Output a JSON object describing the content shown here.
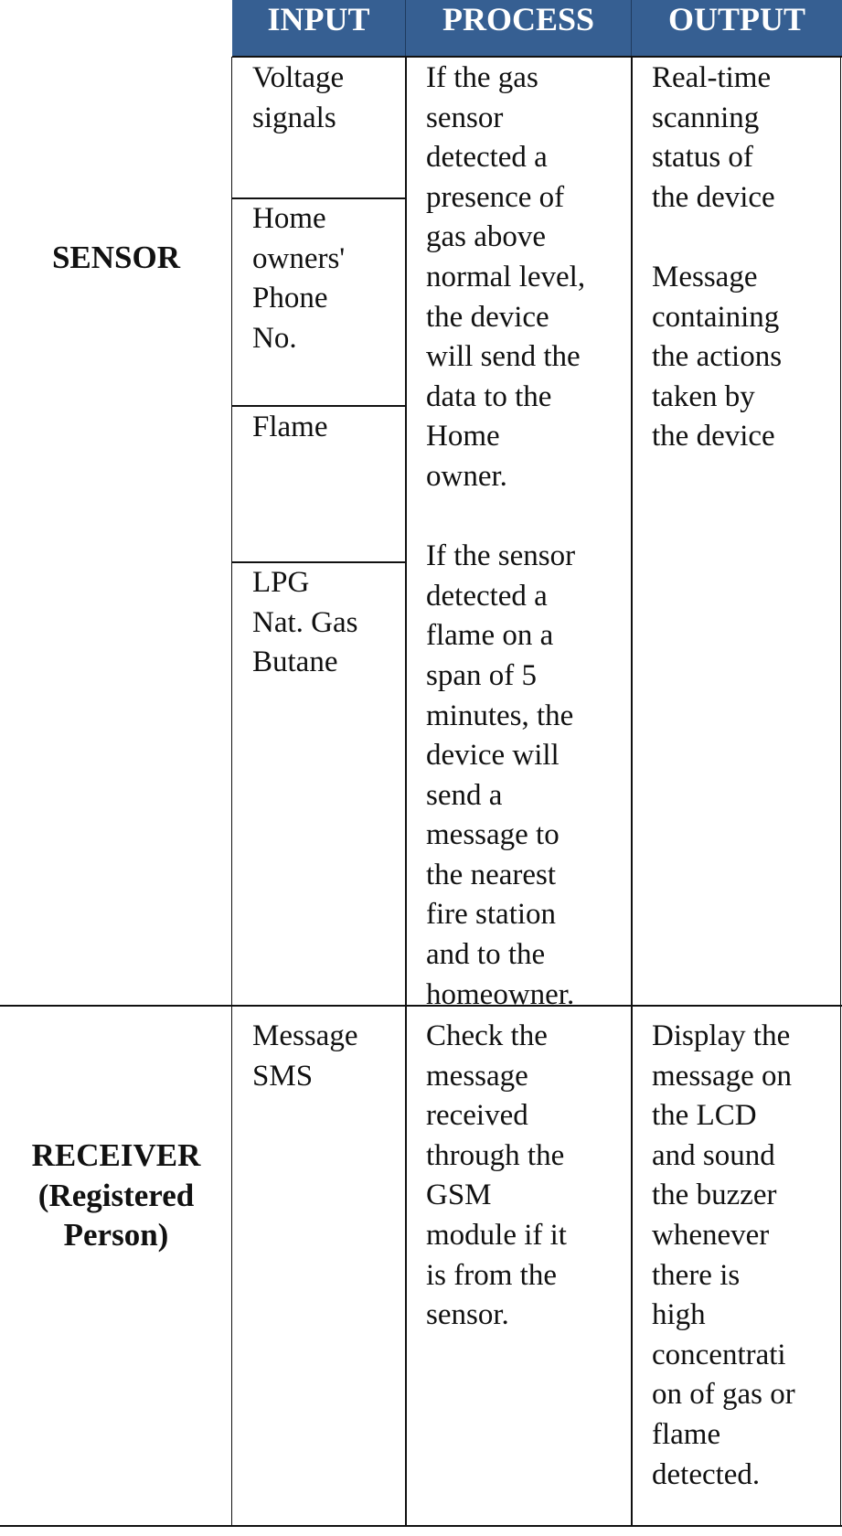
{
  "header": {
    "input": "INPUT",
    "process": "PROCESS",
    "output": "OUTPUT"
  },
  "rows": [
    {
      "label": "SENSOR",
      "inputs": [
        "Voltage\nsignals",
        "Home\nowners'\nPhone\nNo.",
        "Flame",
        "LPG\nNat. Gas\nButane"
      ],
      "process": "If the gas\nsensor\ndetected a\npresence of\ngas above\nnormal level,\nthe device\nwill send the\ndata to the\nHome\nowner.\n\nIf the sensor\ndetected a\nflame on a\nspan of 5\nminutes, the\ndevice will\nsend a\nmessage to\nthe nearest\nfire station\nand to the\nhomeowner.",
      "output": "Real-time\nscanning\nstatus of\nthe device\n\nMessage\ncontaining\nthe actions\ntaken by\nthe device"
    },
    {
      "label": "RECEIVER\n(Registered\nPerson)",
      "inputs": [
        "Message\nSMS"
      ],
      "process": "Check the\nmessage\nreceived\nthrough the\nGSM\nmodule if it\nis from the\nsensor.",
      "output": "Display the\nmessage on\nthe LCD\nand sound\nthe buzzer\nwhenever\nthere is\nhigh\nconcentrati\non of gas or\nflame\ndetected."
    }
  ],
  "colors": {
    "header_bg": "#365f92",
    "header_text": "#ffffff"
  }
}
